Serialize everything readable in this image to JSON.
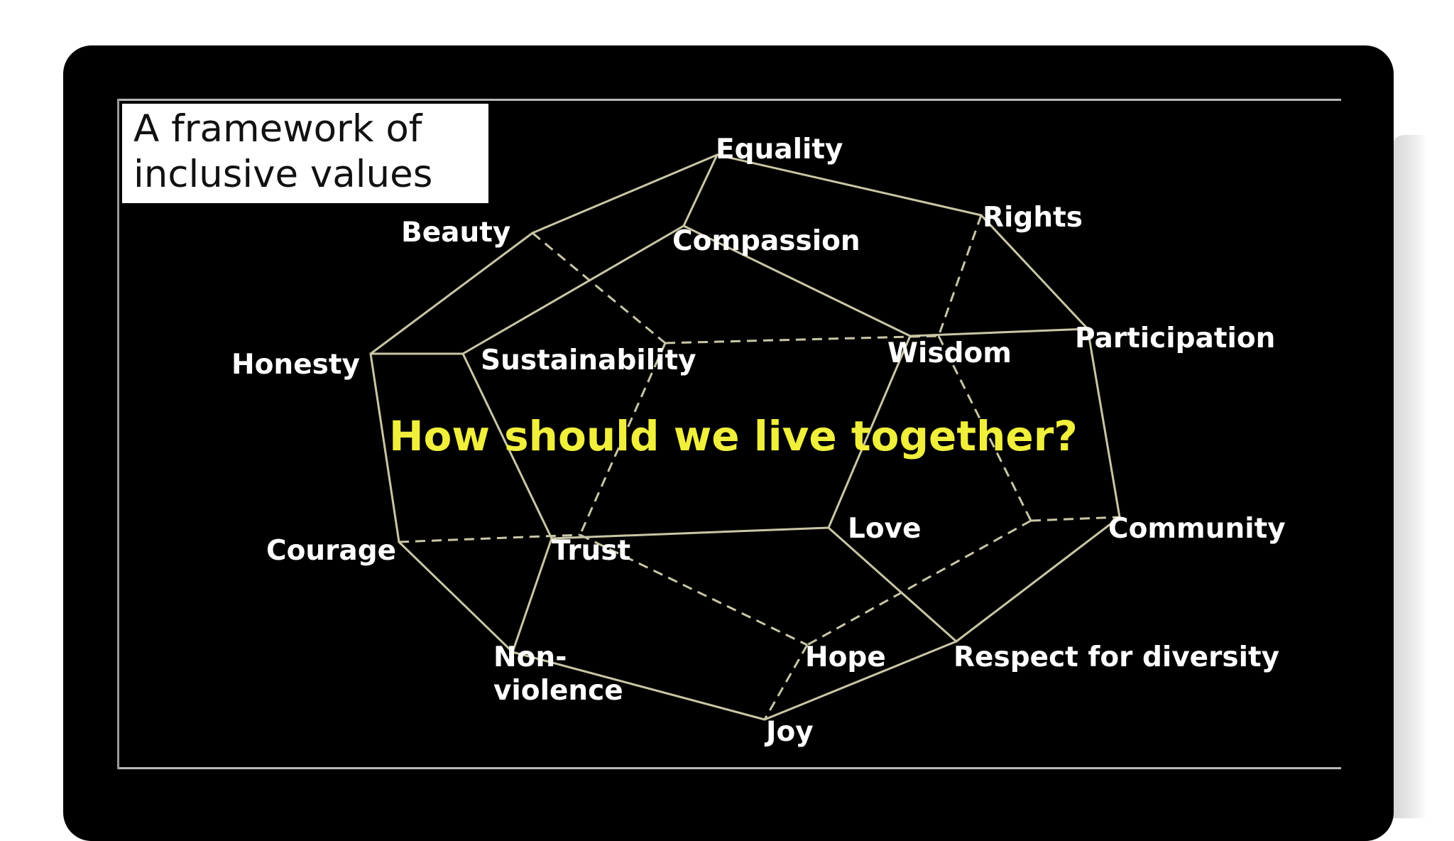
{
  "title": {
    "line1": "A framework of",
    "line2": "inclusive values"
  },
  "question": "How should we live together?",
  "values": {
    "equality": "Equality",
    "rights": "Rights",
    "beauty": "Beauty",
    "compassion": "Compassion",
    "participation": "Participation",
    "honesty": "Honesty",
    "sustainability": "Sustainability",
    "wisdom": "Wisdom",
    "love": "Love",
    "community": "Community",
    "courage": "Courage",
    "trust": "Trust",
    "non_violence_1": "Non-",
    "non_violence_2": "violence",
    "hope": "Hope",
    "respect_for_diversity": "Respect for diversity",
    "joy": "Joy"
  },
  "colors": {
    "background": "#000000",
    "label_text": "#ffffff",
    "question_text": "#f0ef3c",
    "edge_color": "#c9c6a6"
  }
}
